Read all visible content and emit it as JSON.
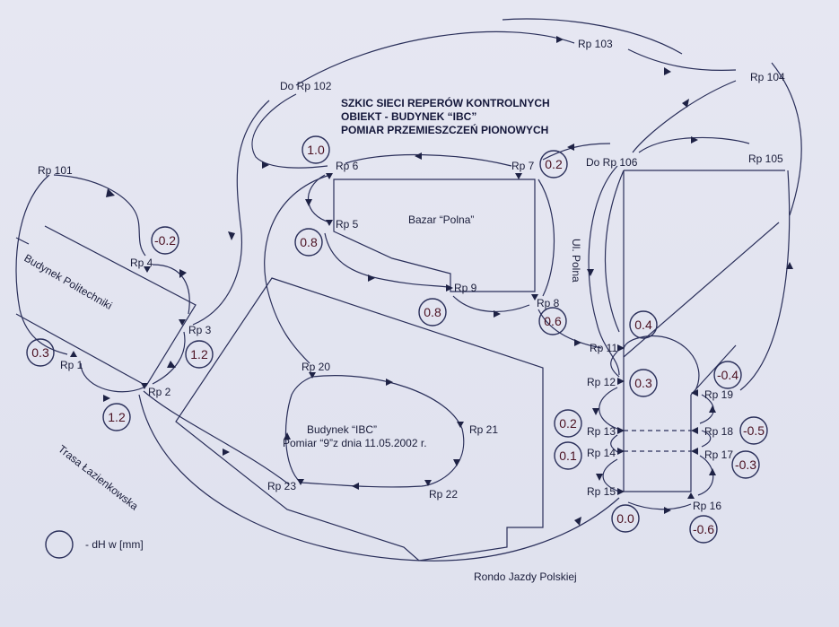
{
  "title": {
    "line1": "SZKIC SIECI REPERÓW KONTROLNYCH",
    "line2": "OBIEKT - BUDYNEK “IBC”",
    "line3": "POMIAR PRZEMIESZCZEŃ PIONOWYCH"
  },
  "benchmarks": {
    "rp1": "Rp 1",
    "rp2": "Rp 2",
    "rp3": "Rp 3",
    "rp4": "Rp 4",
    "rp5": "Rp 5",
    "rp6": "Rp 6",
    "rp7": "Rp 7",
    "rp8": "Rp 8",
    "rp9": "Rp 9",
    "rp11": "Rp 11",
    "rp12": "Rp 12",
    "rp13": "Rp 13",
    "rp14": "Rp 14",
    "rp15": "Rp 15",
    "rp16": "Rp 16",
    "rp17": "Rp 17",
    "rp18": "Rp 18",
    "rp19": "Rp 19",
    "rp20": "Rp 20",
    "rp21": "Rp 21",
    "rp22": "Rp 22",
    "rp23": "Rp 23",
    "rp101": "Rp 101",
    "rp103": "Rp 103",
    "rp104": "Rp 104",
    "rp105": "Rp 105",
    "do_rp102": "Do Rp 102",
    "do_rp106": "Do Rp 106"
  },
  "displacements": {
    "rp1": "0.3",
    "rp2": "1.2",
    "rp3": "1.2",
    "rp4": "-0.2",
    "rp5": "0.8",
    "rp6": "1.0",
    "rp7": "0.2",
    "rp8": "0.6",
    "rp9": "0.8",
    "rp11": "0.4",
    "rp12": "0.3",
    "rp13": "0.2",
    "rp14": "0.1",
    "rp15": "0.0",
    "rp16": "-0.6",
    "rp17": "-0.3",
    "rp18": "-0.5",
    "rp19": "-0.4"
  },
  "places": {
    "politechnika": "Budynek Politechniki",
    "bazar": "Bazar “Polna”",
    "polna": "Ul. Polna",
    "ibc": "Budynek “IBC”",
    "pomiar": "Pomiar “9”z dnia 11.05.2002 r.",
    "trasa": "Trasa Łazienkowska",
    "rondo": "Rondo Jazdy Polskiej"
  },
  "legend": {
    "text": "- dH w [mm]"
  }
}
